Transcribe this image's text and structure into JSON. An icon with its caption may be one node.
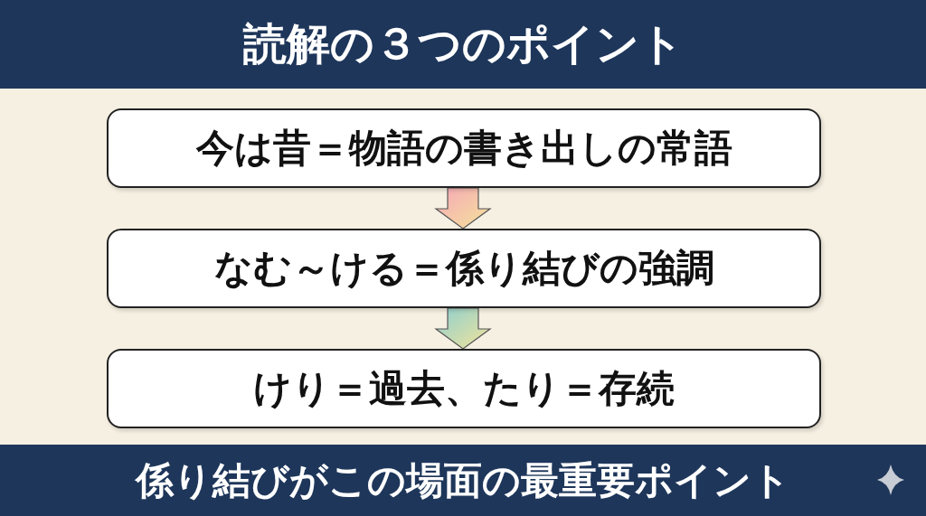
{
  "diagram": {
    "title": "読解の３つのポイント",
    "caption": "係り結びがこの場面の最重要ポイント",
    "nodes": [
      {
        "text": [
          "今は昔＝物語の書き出しの常語"
        ]
      },
      {
        "text": [
          "なむ～ける＝係り結びの強調"
        ]
      },
      {
        "text": [
          "けり＝過去、たり＝存続"
        ]
      }
    ],
    "edges": [
      {
        "from": 0,
        "to": 1,
        "arrow": "to"
      },
      {
        "from": 1,
        "to": 2,
        "arrow": "to"
      }
    ]
  }
}
